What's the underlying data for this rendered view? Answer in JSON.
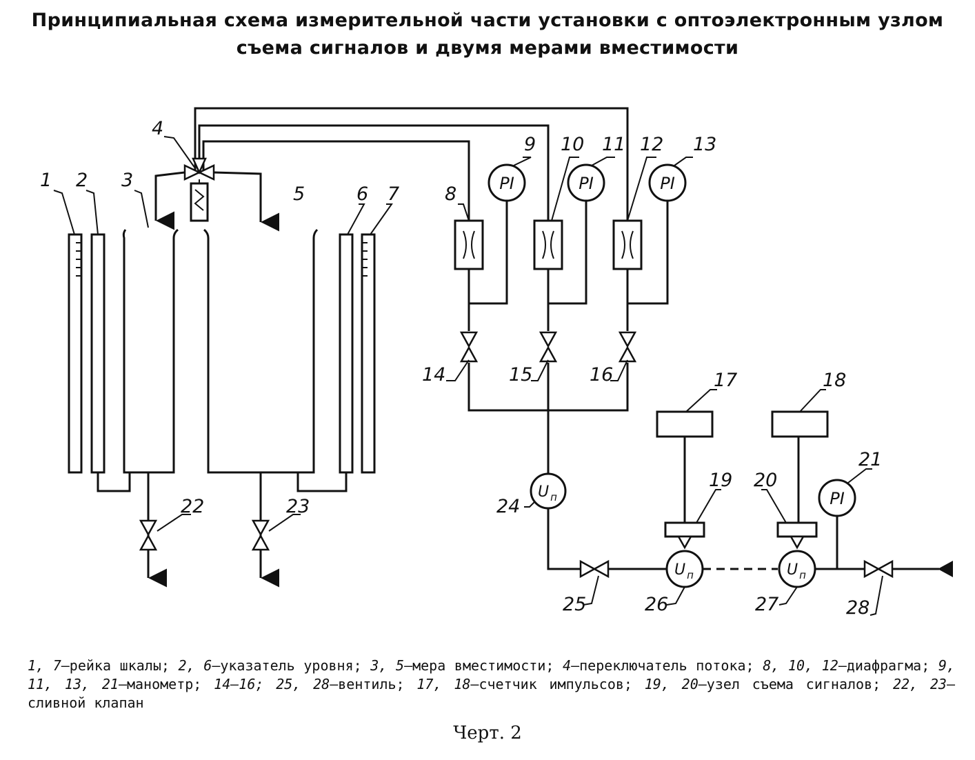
{
  "title": {
    "line1": "Принципиальная схема измерительной части установки с оптоэлектронным узлом",
    "line2": "съема сигналов и двумя мерами вместимости"
  },
  "labels": [
    "1",
    "2",
    "3",
    "4",
    "5",
    "6",
    "7",
    "8",
    "9",
    "10",
    "11",
    "12",
    "13",
    "14",
    "15",
    "16",
    "17",
    "18",
    "19",
    "20",
    "21",
    "22",
    "23",
    "24",
    "25",
    "26",
    "27",
    "28"
  ],
  "gauge_text": "PI",
  "meter_text": "U",
  "meter_sub": "п",
  "legend": [
    {
      "num": "1, 7",
      "text": "—рейка шкалы; "
    },
    {
      "num": "2, 6",
      "text": "—указатель уровня; "
    },
    {
      "num": "3, 5",
      "text": "—мера вместимости; "
    },
    {
      "num": "4",
      "text": "—переключатель потока; "
    },
    {
      "num": "8, 10, 12",
      "text": "—диафрагма; "
    },
    {
      "num": "9, 11, 13, 21",
      "text": "—манометр; "
    },
    {
      "num": "14—16; 25, 28",
      "text": "—вентиль; "
    },
    {
      "num": "17, 18",
      "text": "—счетчик импульсов; "
    },
    {
      "num": "19, 20",
      "text": "—узел съема сигналов; "
    },
    {
      "num": "22, 23",
      "text": "—сливной клапан"
    }
  ],
  "caption": "Черт. 2"
}
